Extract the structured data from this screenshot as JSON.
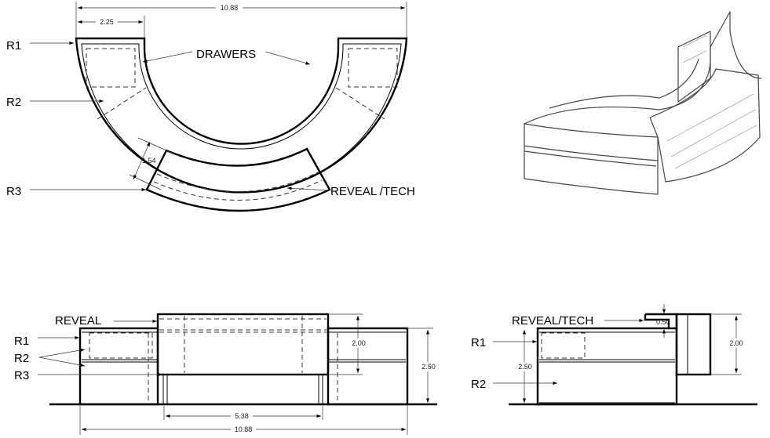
{
  "plan": {
    "labels": {
      "r1": "R1",
      "r2": "R2",
      "r3": "R3",
      "drawers": "DRAWERS",
      "reveal_tech": "REVEAL /TECH"
    },
    "dims": {
      "overall": "10.88",
      "wing": "2.25",
      "depth": "1.54"
    }
  },
  "front_elevation": {
    "labels": {
      "reveal": "REVEAL",
      "r1": "R1",
      "r2": "R2",
      "r3": "R3"
    },
    "dims": {
      "top_height": "2.00",
      "height": "2.50",
      "center_width": "5.38",
      "overall": "10.88"
    }
  },
  "side_elevation": {
    "labels": {
      "reveal_tech": "REVEAL/TECH",
      "r1": "R1",
      "r2": "R2"
    },
    "dims": {
      "ledge": "0.50",
      "height": "2.50",
      "tech_height": "2.00"
    }
  }
}
